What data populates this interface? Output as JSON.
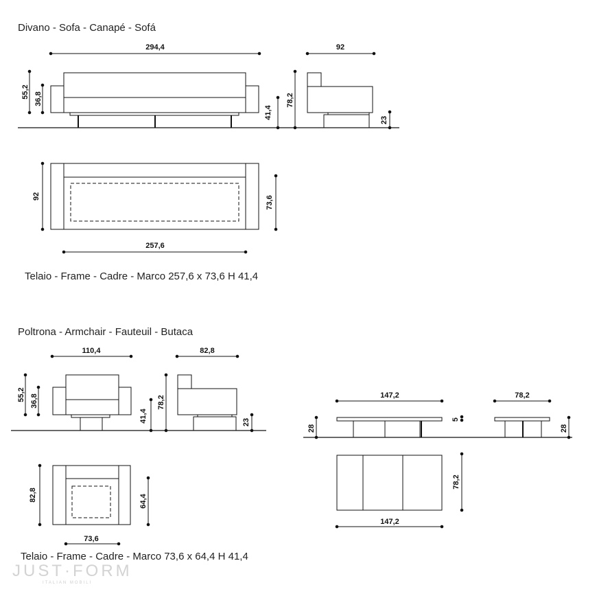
{
  "sofa": {
    "title": "Divano - Sofa - Canapé - Sofá",
    "frame_caption": "Telaio - Frame - Cadre - Marco 257,6 x 73,6 H 41,4",
    "dims": {
      "width": "294,4",
      "depth": "92",
      "height_back": "55,2",
      "height_arm": "36,8",
      "seat_height": "41,4",
      "total_height": "78,2",
      "base_height": "23",
      "plan_depth": "92",
      "plan_inner_depth": "73,6",
      "plan_inner_width": "257,6"
    }
  },
  "armchair": {
    "title": "Poltrona - Armchair - Fauteuil - Butaca",
    "frame_caption": "Telaio - Frame - Cadre - Marco 73,6 x 64,4 H 41,4",
    "dims": {
      "width": "110,4",
      "depth": "82,8",
      "height_back": "55,2",
      "height_arm": "36,8",
      "seat_height": "41,4",
      "total_height": "78,2",
      "base_height": "23",
      "plan_depth": "82,8",
      "plan_inner_depth": "64,4",
      "plan_inner_width": "73,6"
    }
  },
  "table": {
    "dims": {
      "length": "147,2",
      "width": "78,2",
      "top_thickness": "5",
      "height": "28",
      "height_side": "28",
      "plan_depth": "78,2",
      "plan_length": "147,2"
    }
  },
  "brand": {
    "logo": "JUST·FORM",
    "tagline": "ITALIAN MOBILI"
  }
}
